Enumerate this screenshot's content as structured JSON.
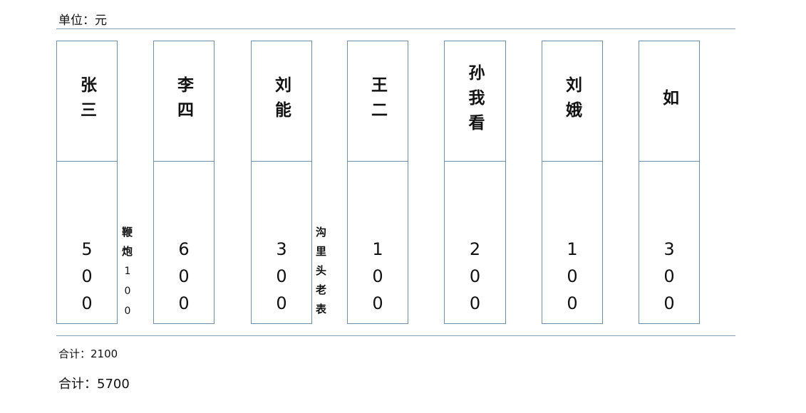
{
  "header": {
    "unit": "单位：元"
  },
  "cards": [
    {
      "name": "张三",
      "amount": "500"
    },
    {
      "name": "李四",
      "amount": "600"
    },
    {
      "name": "刘能",
      "amount": "300"
    },
    {
      "name": "王二",
      "amount": "100"
    },
    {
      "name": "孙我看",
      "amount": "200"
    },
    {
      "name": "刘娥",
      "amount": "100"
    },
    {
      "name": "如",
      "amount": "300"
    }
  ],
  "notes": [
    {
      "label": "鞭炮",
      "amount": "100"
    },
    {
      "label": "沟里头老表"
    }
  ],
  "totals": {
    "line1": "合计：2100",
    "line2": "合计：5700"
  }
}
